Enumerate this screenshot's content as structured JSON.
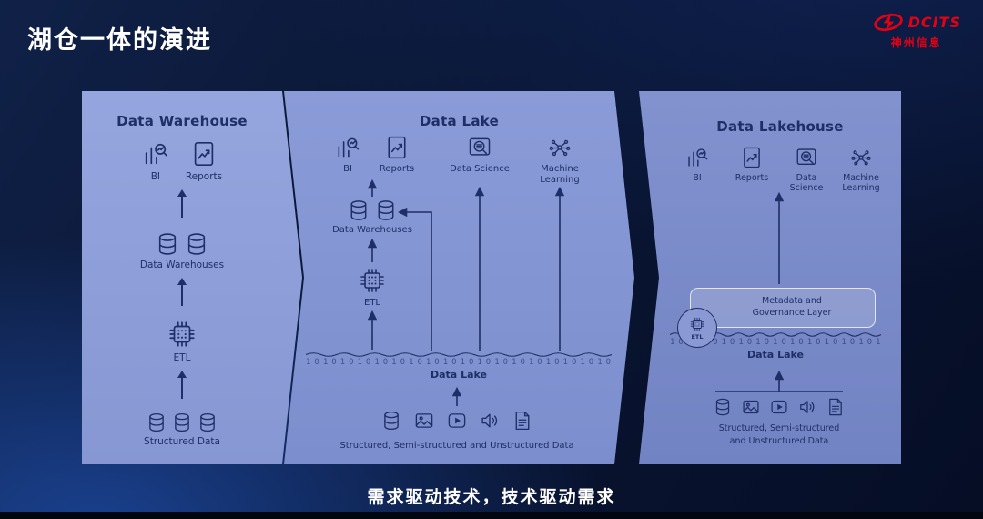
{
  "slide": {
    "title": "湖仓一体的演进",
    "footer": "需求驱动技术，技术驱动需求"
  },
  "logo": {
    "brand": "DCITS",
    "name": "神州信息"
  },
  "colors": {
    "logo_red": "#e60013",
    "panel_warehouse": "#8fa0d9",
    "panel_lake": "#8394d2",
    "panel_lakehouse": "#7a8bc9",
    "ink": "#1e2e66",
    "background": "#081230"
  },
  "icons": [
    "bi-icon",
    "reports-icon",
    "data-science-icon",
    "machine-learning-icon",
    "database-icon",
    "etl-chip-icon",
    "image-icon",
    "video-icon",
    "audio-icon",
    "document-icon"
  ],
  "binary": "10101010101010101010101010101010101010101010101010",
  "p1": {
    "title": "Data Warehouse",
    "bi": "BI",
    "reports": "Reports",
    "warehouses": "Data Warehouses",
    "etl": "ETL",
    "source": "Structured Data"
  },
  "p2": {
    "title": "Data Lake",
    "bi": "BI",
    "reports": "Reports",
    "data_science": "Data Science",
    "machine_learning": "Machine Learning",
    "warehouses": "Data Warehouses",
    "etl": "ETL",
    "lake": "Data Lake",
    "source": "Structured, Semi-structured and Unstructured Data"
  },
  "p3": {
    "title": "Data Lakehouse",
    "bi": "BI",
    "reports": "Reports",
    "data_science": "Data Science",
    "machine_learning": "Machine Learning",
    "metadata_line1": "Metadata and",
    "metadata_line2": "Governance Layer",
    "etl": "ETL",
    "lake": "Data Lake",
    "source_line1": "Structured, Semi-structured",
    "source_line2": "and Unstructured Data"
  }
}
